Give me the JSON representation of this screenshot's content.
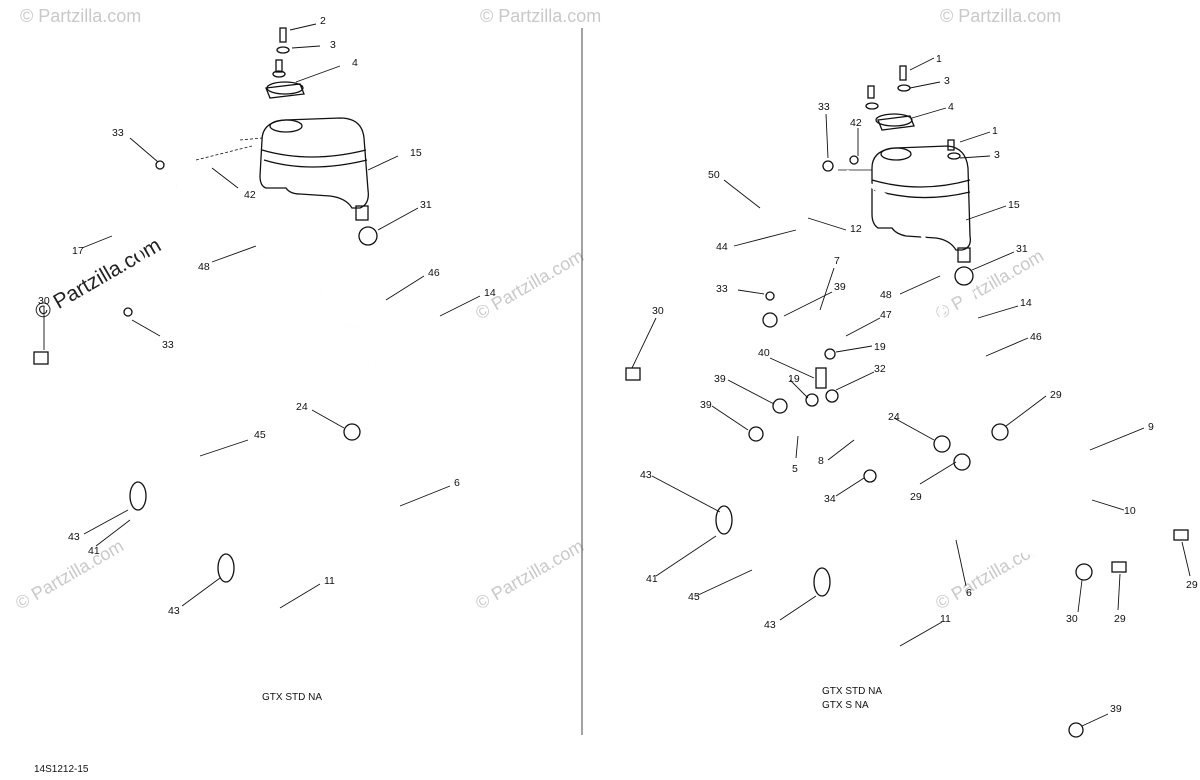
{
  "watermark": {
    "text": "© Partzilla.com"
  },
  "left_panel": {
    "caption": "GTX STD NA",
    "labels": [
      "2",
      "3",
      "4",
      "33",
      "15",
      "42",
      "31",
      "17",
      "48",
      "46",
      "14",
      "33",
      "30",
      "24",
      "45",
      "6",
      "43",
      "41",
      "43",
      "11"
    ]
  },
  "right_panel": {
    "caption_lines": [
      "GTX STD NA",
      "GTX S NA"
    ],
    "labels": [
      "1",
      "3",
      "4",
      "33",
      "42",
      "1",
      "3",
      "50",
      "12",
      "15",
      "44",
      "7",
      "33",
      "39",
      "47",
      "48",
      "31",
      "14",
      "19",
      "46",
      "40",
      "32",
      "30",
      "39",
      "19",
      "39",
      "24",
      "29",
      "9",
      "5",
      "8",
      "34",
      "29",
      "43",
      "10",
      "6",
      "41",
      "45",
      "43",
      "29",
      "30",
      "29",
      "11",
      "39"
    ]
  },
  "footer": {
    "code": "14S1212-15"
  }
}
